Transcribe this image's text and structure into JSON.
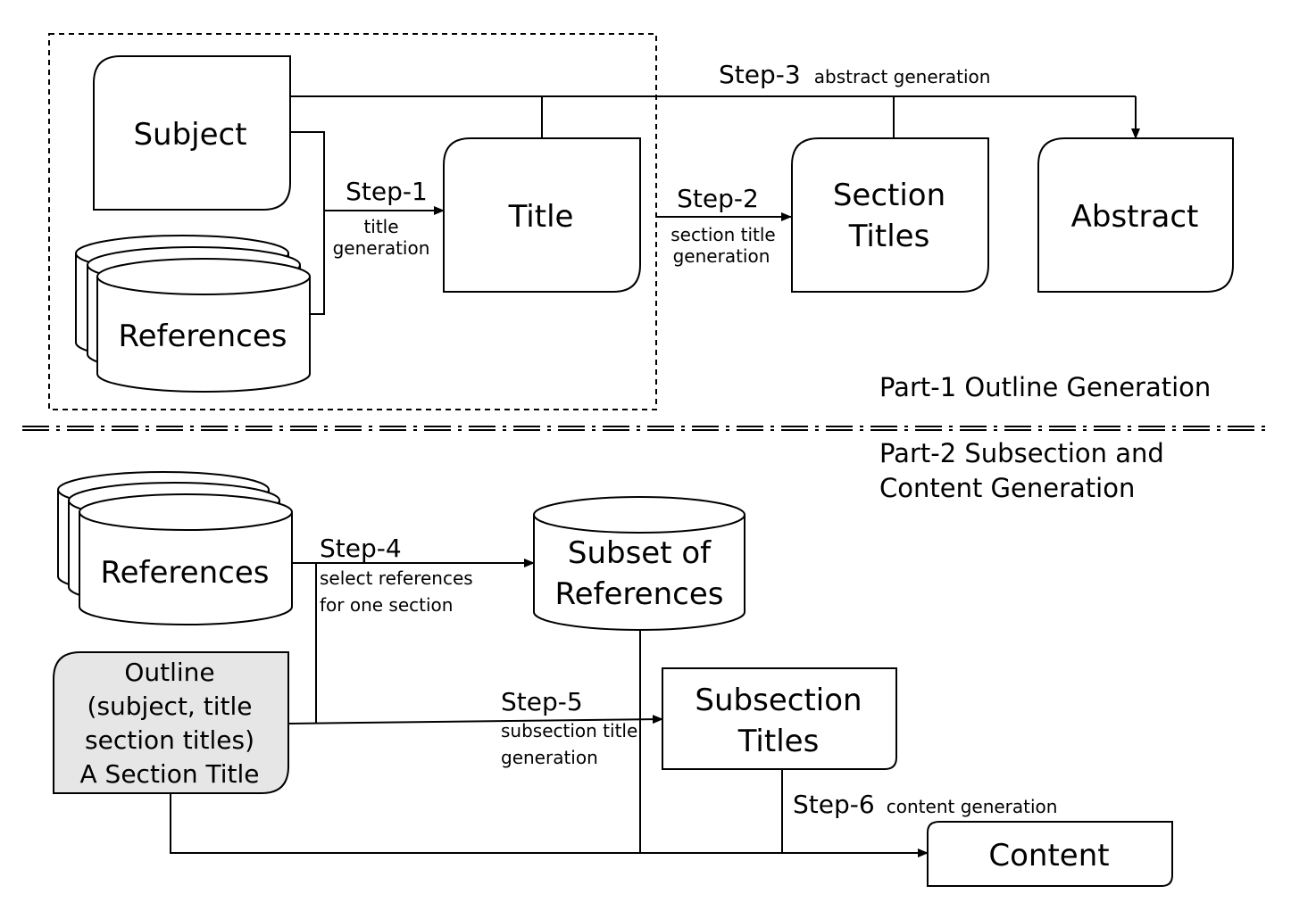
{
  "part1": {
    "label": "Part-1 Outline Generation",
    "subject": "Subject",
    "references": "References",
    "title": "Title",
    "section_titles": [
      "Section",
      "Titles"
    ],
    "abstract": "Abstract",
    "step1": {
      "label": "Step-1",
      "desc": [
        "title",
        "generation"
      ]
    },
    "step2": {
      "label": "Step-2",
      "desc": [
        "section title",
        "generation"
      ]
    },
    "step3": {
      "label": "Step-3",
      "desc": "abstract generation"
    }
  },
  "part2": {
    "label": [
      "Part-2 Subsection and",
      "Content Generation"
    ],
    "references": "References",
    "subset": [
      "Subset of",
      "References"
    ],
    "outline": [
      "Outline",
      "(subject, title",
      "section titles)",
      "A Section Title"
    ],
    "subsection_titles": [
      "Subsection",
      "Titles"
    ],
    "content": "Content",
    "step4": {
      "label": "Step-4",
      "desc": [
        "select references",
        "for one section"
      ]
    },
    "step5": {
      "label": "Step-5",
      "desc": [
        "subsection title",
        "generation"
      ]
    },
    "step6": {
      "label": "Step-6",
      "desc": "content generation"
    }
  },
  "colors": {
    "outline_fill": "#e6e6e6",
    "stroke": "#000000"
  }
}
